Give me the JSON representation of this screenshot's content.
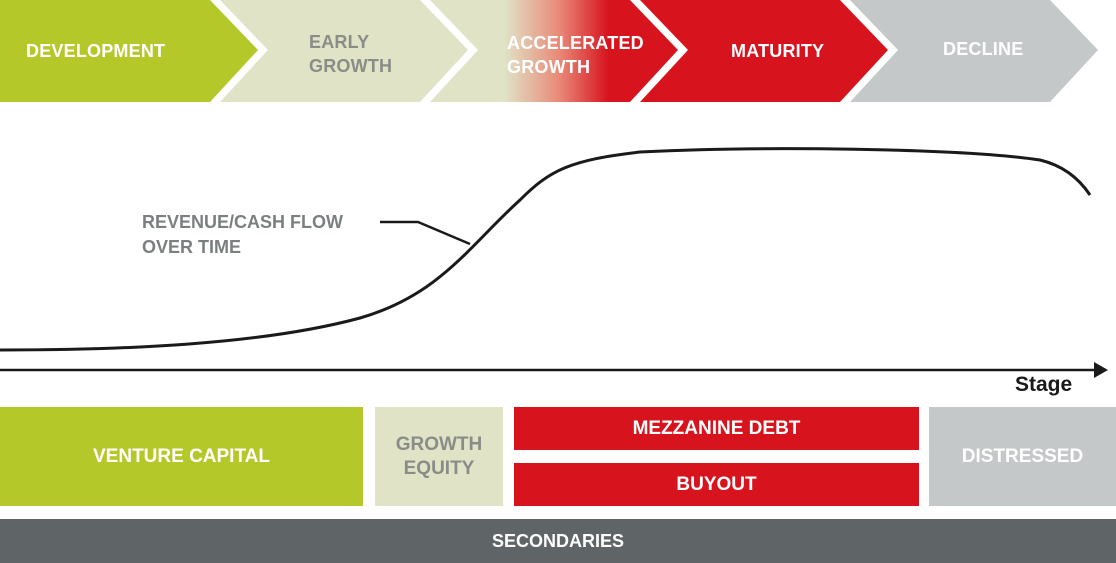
{
  "stages": [
    {
      "label": "DEVELOPMENT"
    },
    {
      "label": "EARLY\nGROWTH"
    },
    {
      "label": "ACCELERATED\nGROWTH"
    },
    {
      "label": "MATURITY"
    },
    {
      "label": "DECLINE"
    }
  ],
  "curve": {
    "label": "REVENUE/CASH FLOW\nOVER TIME"
  },
  "axis": {
    "label": "Stage"
  },
  "financing": {
    "venture_capital": "VENTURE CAPITAL",
    "growth_equity": "GROWTH\nEQUITY",
    "mezzanine_debt": "MEZZANINE DEBT",
    "buyout": "BUYOUT",
    "distressed": "DISTRESSED",
    "secondaries": "SECONDARIES"
  },
  "colors": {
    "lime": "#b4c82a",
    "pale": "#e0e3c6",
    "red": "#d7141e",
    "grey": "#c5c8c9",
    "dark": "#5f6566",
    "text_grey": "#7b7f80"
  }
}
